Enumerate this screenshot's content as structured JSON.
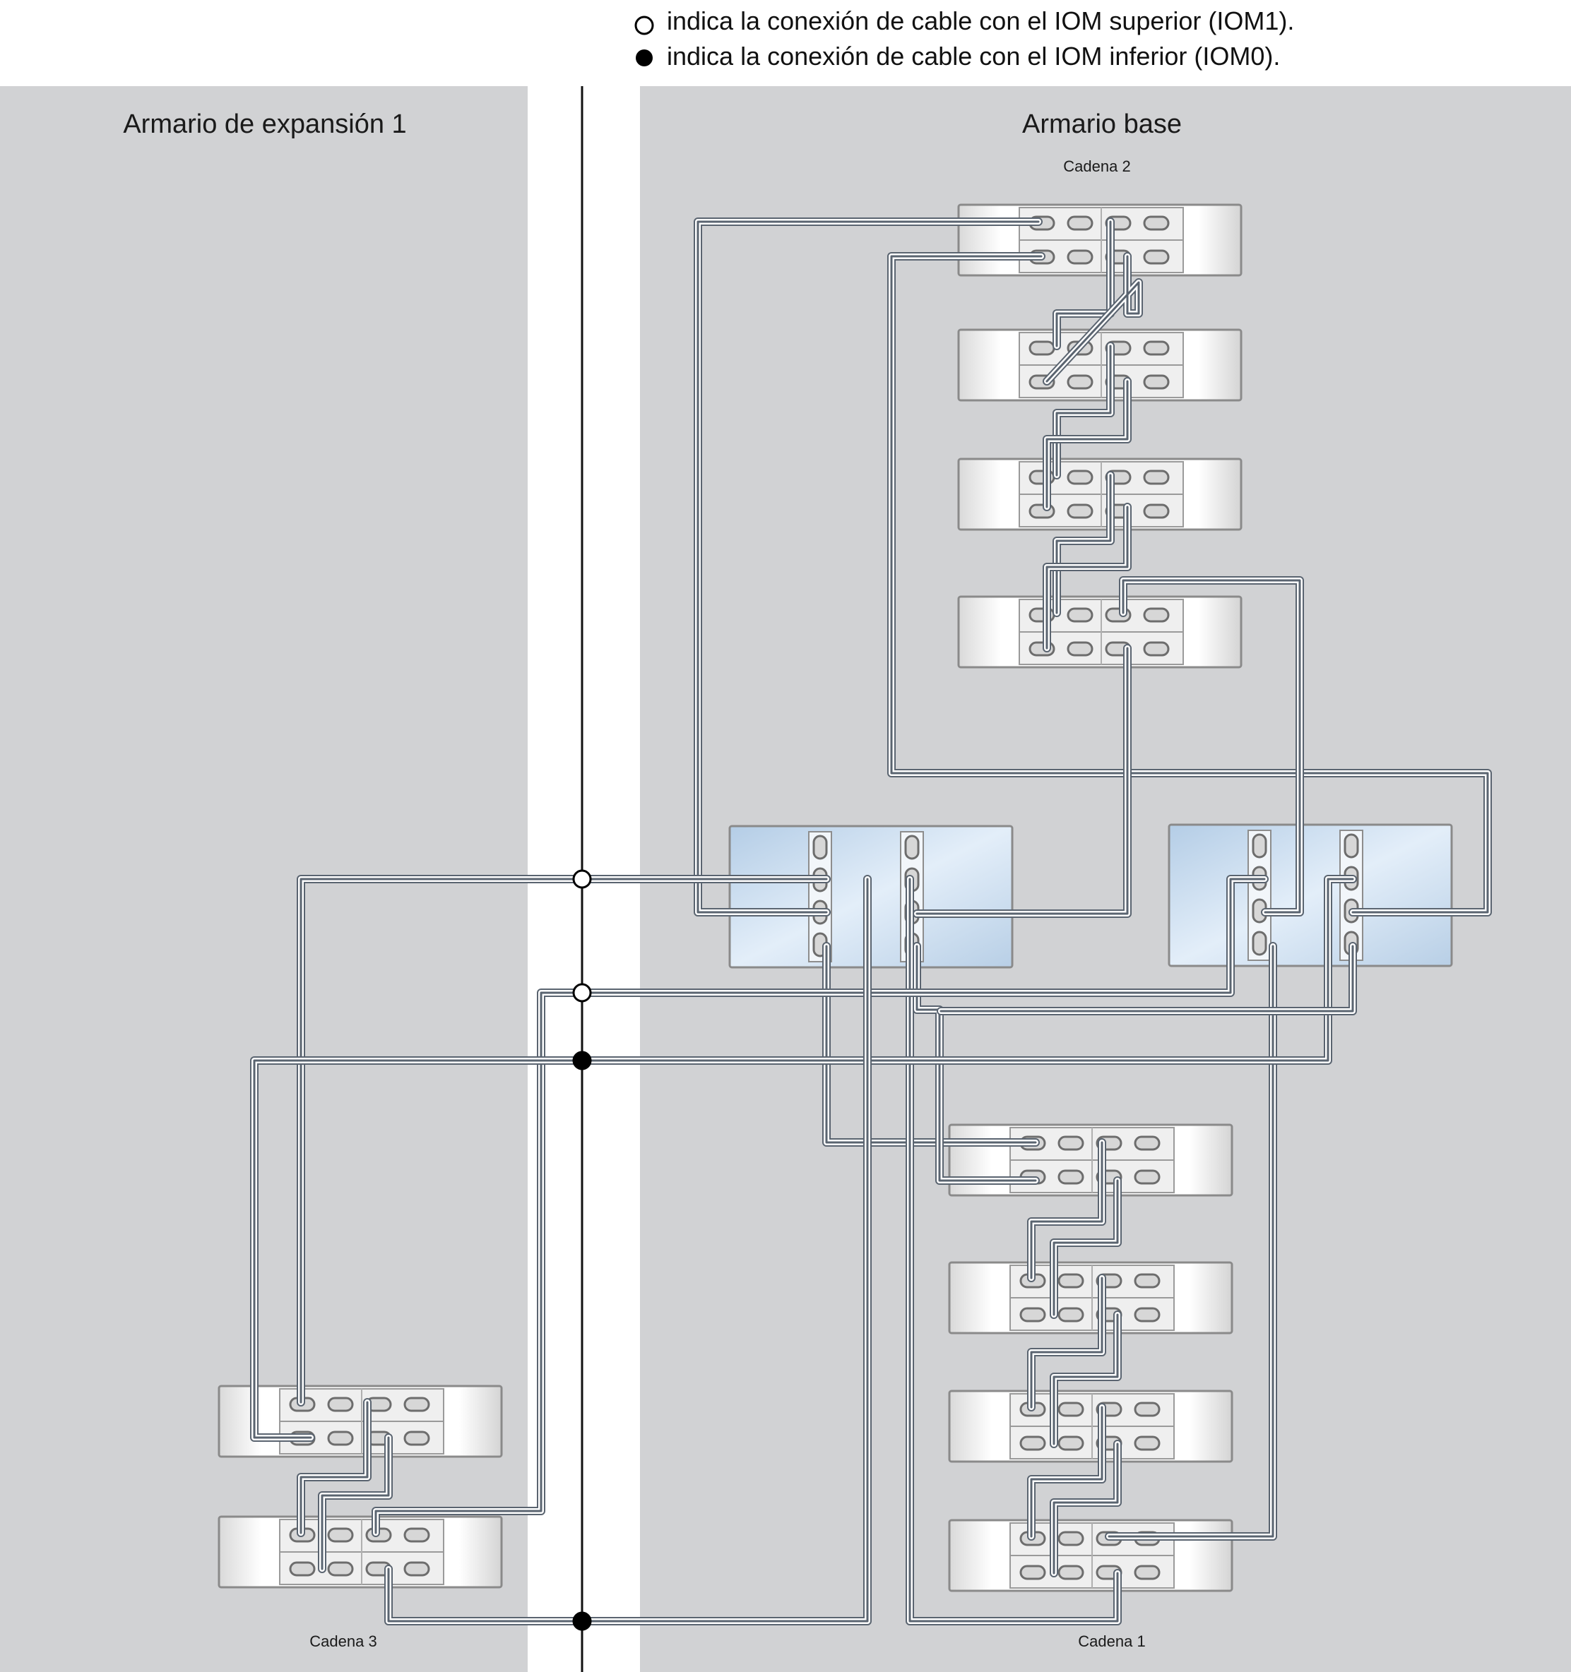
{
  "legend": {
    "open_text": "indica la conexión de cable con el IOM superior (IOM1).",
    "filled_text": "indica la conexión de cable con el IOM inferior (IOM0)."
  },
  "cabinets": {
    "expansion_title": "Armario de expansión 1",
    "base_title": "Armario base"
  },
  "chains": {
    "chain1": "Cadena 1",
    "chain2": "Cadena 2",
    "chain3": "Cadena 3"
  },
  "colors": {
    "cabinet_bg": "#d1d2d4",
    "cable_outer": "#545c66",
    "cable_inner": "#ffffff",
    "controller_fill": "#c6daee",
    "shelf_fill": "#f2f2f2",
    "divider": "#111111"
  }
}
